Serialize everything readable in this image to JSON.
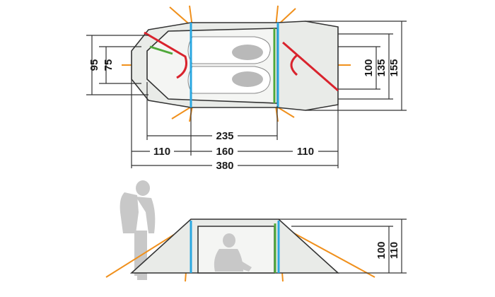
{
  "colors": {
    "outline": "#333333",
    "fly_fill": "#e9ebe8",
    "inner_fill": "#f4f5f3",
    "guy_line": "#f0901c",
    "pole_blue": "#2aa7e0",
    "pole_green": "#4fa83a",
    "pole_red": "#d9232d",
    "silhouette": "#c8c8c8"
  },
  "top_view": {
    "dimensions": {
      "inner_length": "235",
      "vestibule_left": "110",
      "middle": "160",
      "vestibule_right": "110",
      "total_length": "380",
      "left_width_outer": "95",
      "left_width_inner": "75",
      "right_width_inner": "100",
      "right_width_mid": "135",
      "right_width_outer": "155"
    }
  },
  "side_view": {
    "dimensions": {
      "inner_height": "100",
      "outer_height": "110"
    }
  }
}
